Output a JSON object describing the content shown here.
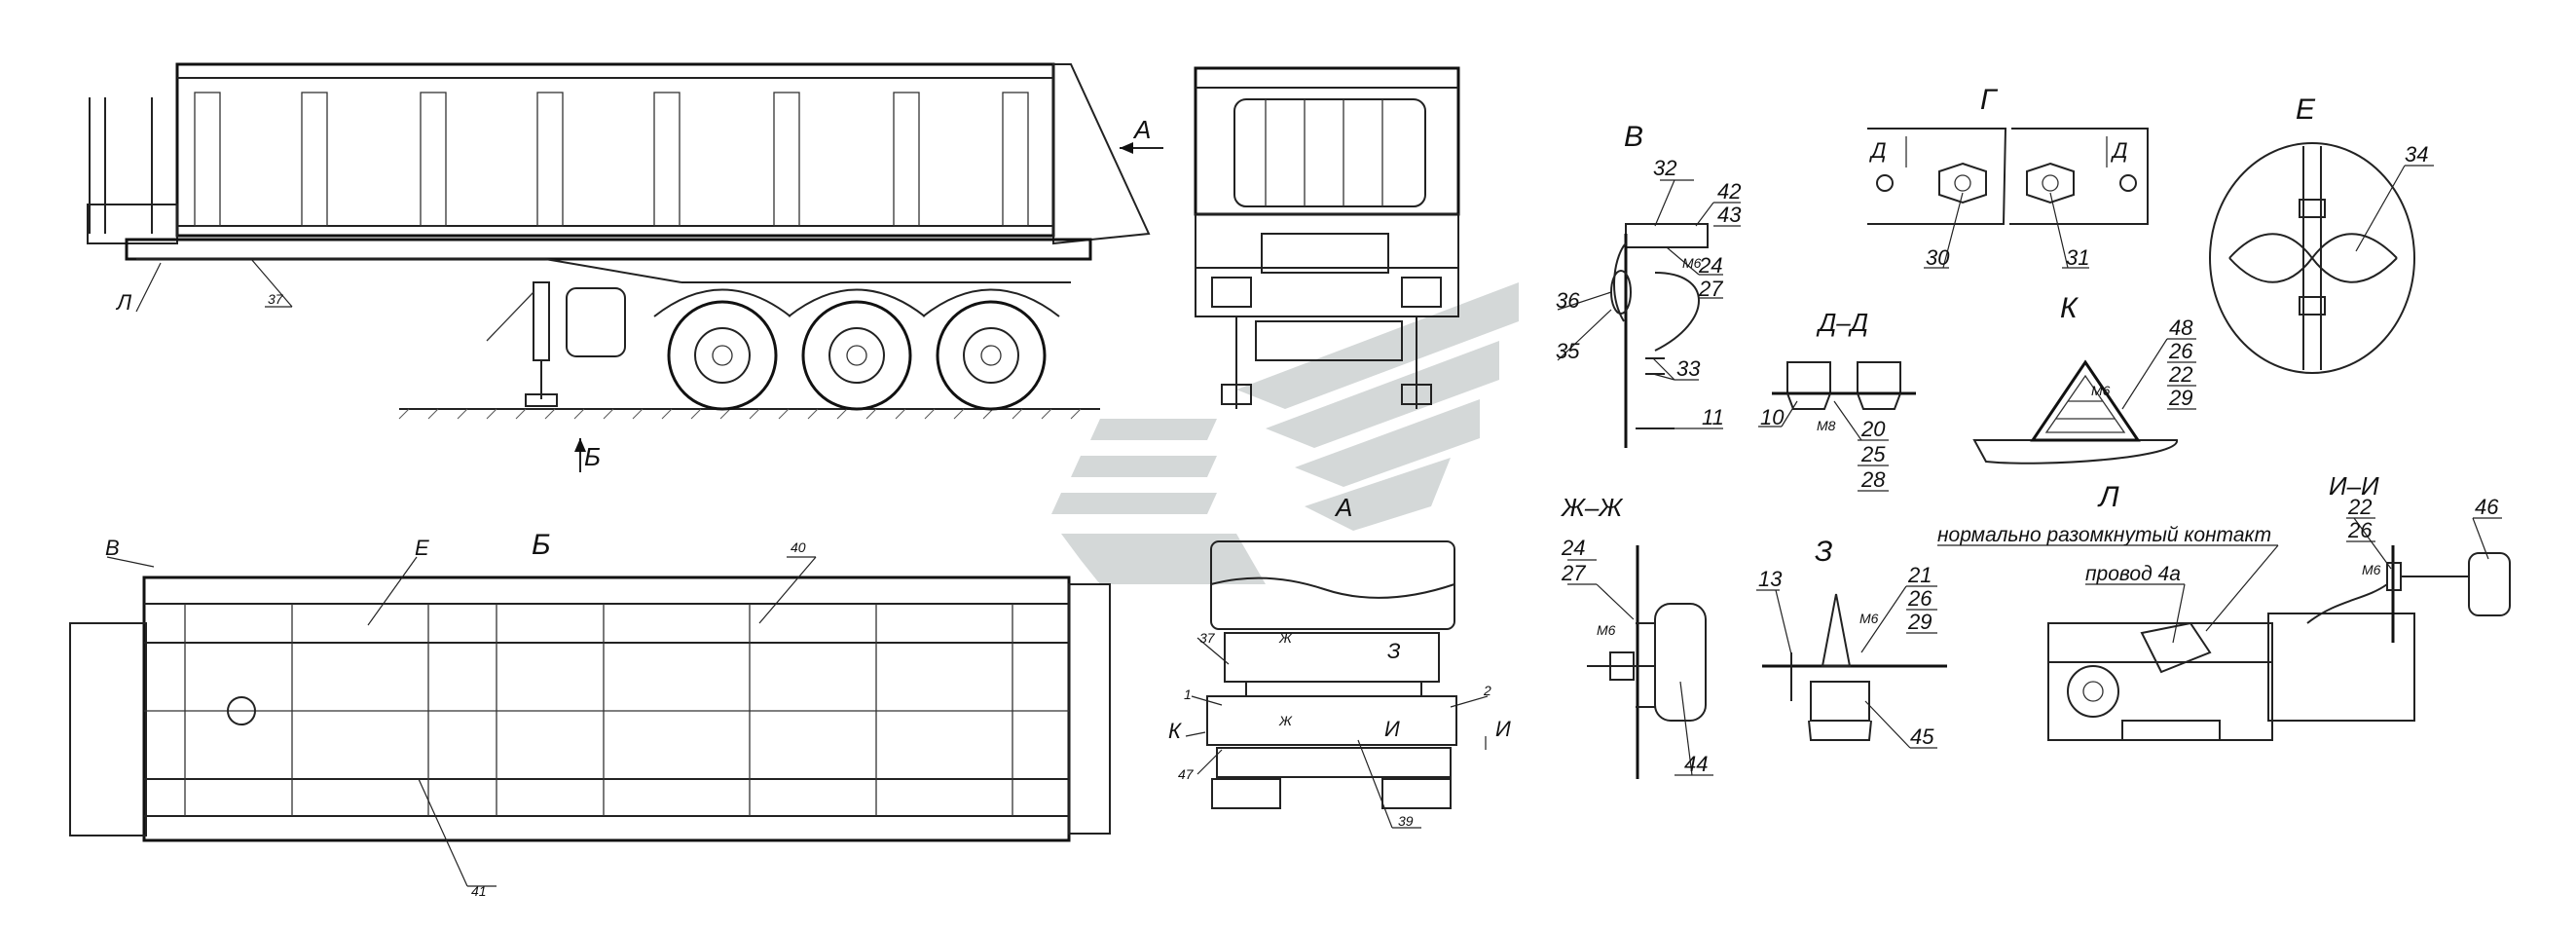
{
  "views": {
    "a_top": "А",
    "b_arrow": "Б",
    "b_title": "Б",
    "v_title": "В",
    "g_title": "Г",
    "e_title": "Е",
    "dd_title": "Д–Д",
    "k_title": "К",
    "zhzh_title": "Ж–Ж",
    "z_title": "З",
    "l_title": "Л",
    "ii_title": "И–И",
    "a_title": "А"
  },
  "callouts": {
    "main_l": "Л",
    "main_37": "37",
    "plan_v": "В",
    "plan_e": "Е",
    "plan_40": "40",
    "plan_41": "41",
    "v_32": "32",
    "v_42": "42",
    "v_43": "43",
    "v_24": "24",
    "v_27": "27",
    "v_36": "36",
    "v_35": "35",
    "v_33": "33",
    "v_11": "11",
    "v_m6": "М6",
    "g_d1": "Д",
    "g_d2": "Д",
    "g_30": "30",
    "g_31": "31",
    "e_34": "34",
    "dd_10": "10",
    "dd_m8": "М8",
    "dd_20": "20",
    "dd_25": "25",
    "dd_28": "28",
    "k_48": "48",
    "k_26": "26",
    "k_22": "22",
    "k_29": "29",
    "k_m6": "М6",
    "zh_24": "24",
    "zh_27": "27",
    "zh_m6": "М6",
    "zh_44": "44",
    "z_13": "13",
    "z_21": "21",
    "z_26": "26",
    "z_29": "29",
    "z_m6": "М6",
    "z_45": "45",
    "l_note1": "нормально разомкнутый контакт",
    "l_note2": "провод 4а",
    "ii_22": "22",
    "ii_26": "26",
    "ii_46": "46",
    "ii_m6": "М6",
    "ra_37": "37",
    "ra_1": "1",
    "ra_2": "2",
    "ra_k": "К",
    "ra_47": "47",
    "ra_39": "39",
    "ra_zh": "Ж",
    "ra_zh2": "Ж",
    "ra_z": "З",
    "ra_i": "И",
    "ra_i2": "И"
  }
}
